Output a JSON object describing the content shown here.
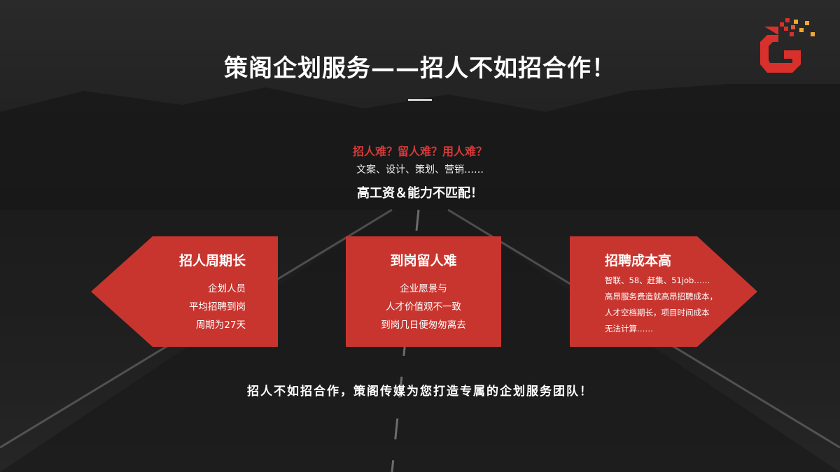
{
  "slide": {
    "title": "策阁企划服务——招人不如招合作！",
    "questions": "招人难？留人难？用人难？",
    "roles": "文案、设计、策划、营销……",
    "mismatch": "高工资＆能力不匹配！",
    "cards": [
      {
        "heading": "招人周期长",
        "lines": [
          "企划人员",
          "平均招聘到岗",
          "周期为27天"
        ]
      },
      {
        "heading": "到岗留人难",
        "lines": [
          "企业愿景与",
          "人才价值观不一致",
          "到岗几日便匆匆离去"
        ]
      },
      {
        "heading": "招聘成本高",
        "lines": [
          "智联、58、赶集、51job……",
          "高昂服务费造就高昂招聘成本，",
          "人才空档期长，项目时间成本",
          "无法计算……"
        ]
      }
    ],
    "tagline": "招人不如招合作，策阁传媒为您打造专属的企划服务团队！"
  },
  "logo": {
    "icon": "g-pixel-logo-icon",
    "primary_color": "#d9302c",
    "accent_color": "#f0a830"
  },
  "colors": {
    "card": "#c8352f",
    "question": "#d63a3a",
    "background": "#1f1f1f"
  }
}
